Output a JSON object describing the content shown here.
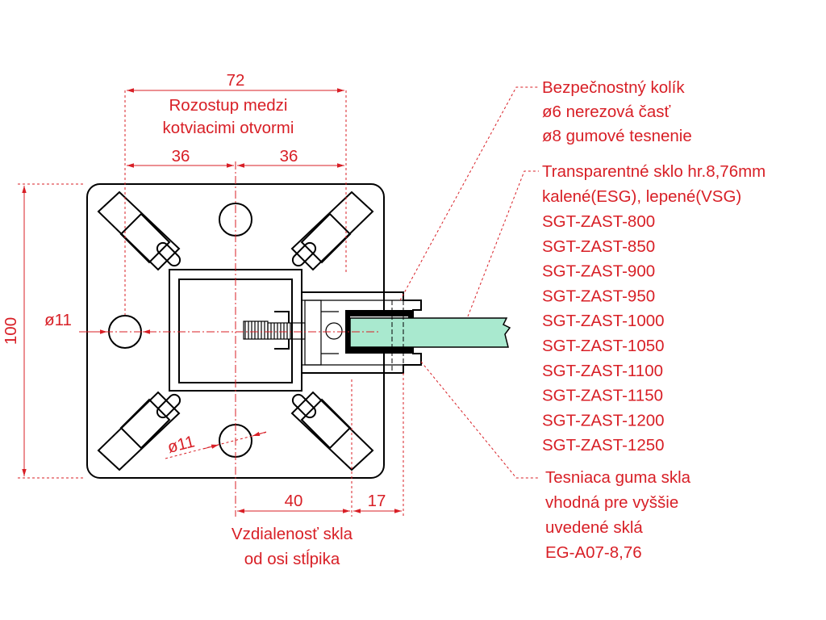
{
  "dimensions": {
    "spacing_total": "72",
    "spacing_title_line1": "Rozostup medzi",
    "spacing_title_line2": "kotviacimi otvormi",
    "half_left": "36",
    "half_right": "36",
    "height": "100",
    "hole_left": "ø11",
    "hole_bottom": "ø11",
    "glass_distance": "40",
    "offset": "17",
    "glass_distance_line1": "Vzdialenosť skla",
    "glass_distance_line2": "od osi stĺpika"
  },
  "callouts": {
    "safety_pin": {
      "line1": "Bezpečnostný kolík",
      "line2": "ø6 nerezová časť",
      "line3": "ø8 gumové tesnenie"
    },
    "glass": {
      "line1": "Transparentné sklo hr.8,76mm",
      "line2": "kalené(ESG), lepené(VSG)",
      "models": [
        "SGT-ZAST-800",
        "SGT-ZAST-850",
        "SGT-ZAST-900",
        "SGT-ZAST-950",
        "SGT-ZAST-1000",
        "SGT-ZAST-1050",
        "SGT-ZAST-1100",
        "SGT-ZAST-1150",
        "SGT-ZAST-1200",
        "SGT-ZAST-1250"
      ]
    },
    "rubber": {
      "line1": "Tesniaca guma skla",
      "line2": "vhodná pre vyššie",
      "line3": "uvedené sklá",
      "line4": "EG-A07-8,76"
    }
  },
  "colors": {
    "annotation": "#d81f26",
    "glass": "#a9e9cf",
    "outline": "#000000"
  }
}
